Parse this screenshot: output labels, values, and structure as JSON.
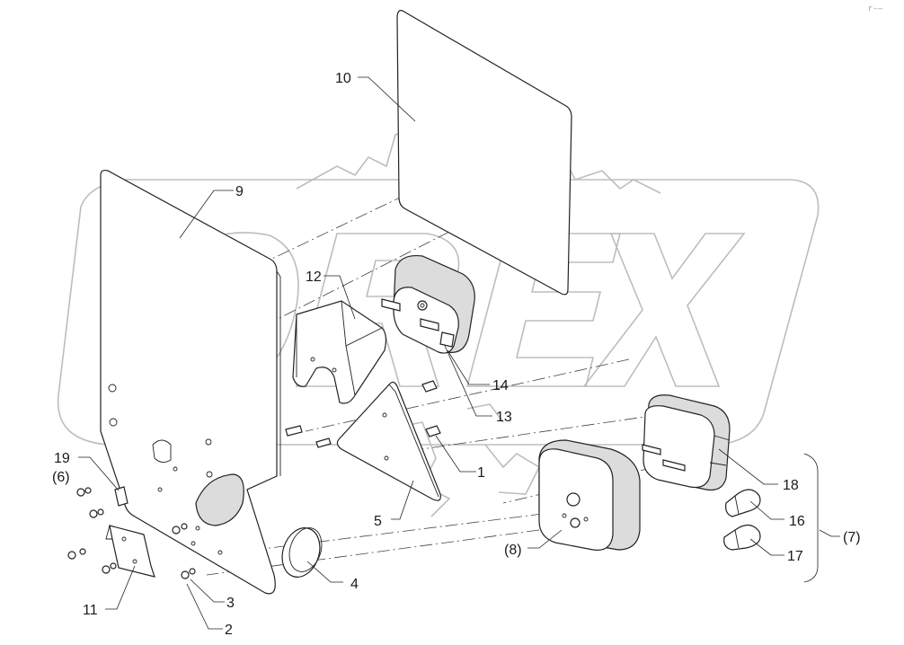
{
  "watermark": {
    "text": "OREX"
  },
  "corner_mark": "r-—",
  "callouts": {
    "c1": "1",
    "c2": "2",
    "c3": "3",
    "c4": "4",
    "c5": "5",
    "c6": "(6)",
    "c7": "(7)",
    "c8": "(8)",
    "c9": "9",
    "c10": "10",
    "c11": "11",
    "c12": "12",
    "c13": "13",
    "c14": "14",
    "c16": "16",
    "c17": "17",
    "c18": "18",
    "c19": "19"
  }
}
